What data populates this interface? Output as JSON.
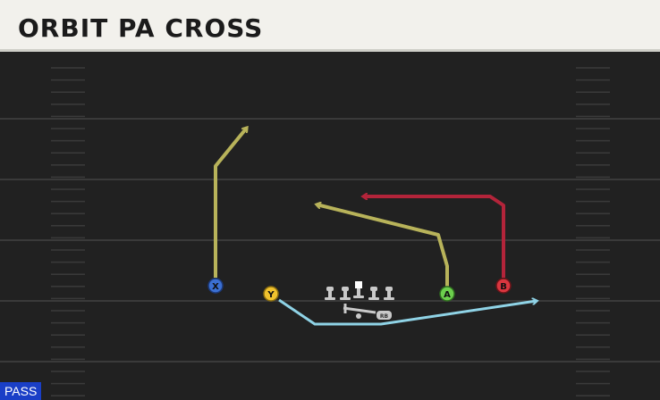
{
  "play": {
    "title": "ORBIT PA CROSS",
    "type_label": "PASS"
  },
  "players": {
    "x": "X",
    "y": "Y",
    "a": "A",
    "b": "B",
    "rb": "RB"
  },
  "colors": {
    "route_yellow": "#b8b35a",
    "route_red": "#b3243a",
    "route_blue": "#8fd3e6",
    "x_button": "#3b6fd1",
    "y_button": "#f0c22e",
    "a_button": "#6ccf4d",
    "b_button": "#d9363f",
    "field": "#212121",
    "title_bg": "#f2f1ec",
    "pass_badge": "#1a3fc7"
  }
}
